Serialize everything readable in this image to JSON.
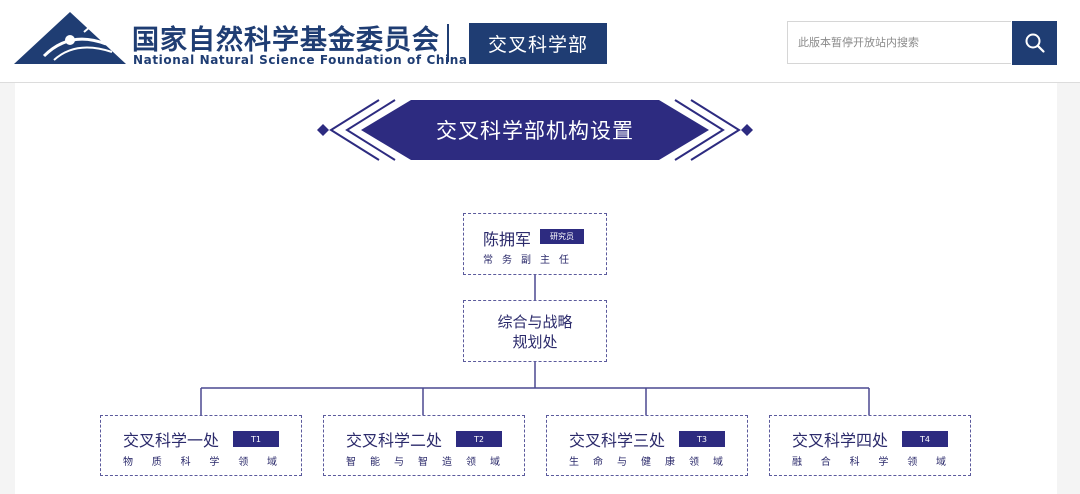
{
  "header": {
    "org_name_cn": "国家自然科学基金委员会",
    "org_name_en": "National Natural Science Foundation of China",
    "department": "交叉科学部",
    "search": {
      "placeholder": "此版本暂停开放站内搜索"
    },
    "search_icon": "search-icon",
    "brand_color": "#1f3d73"
  },
  "page": {
    "title": "交叉科学部机构设置",
    "banner_color": "#2d2b80"
  },
  "org_chart": {
    "leader": {
      "name": "陈拥军",
      "rank": "研究员",
      "role": "常务副主任"
    },
    "office": {
      "line1": "综合与战略",
      "line2": "规划处"
    },
    "divisions": [
      {
        "name": "交叉科学一处",
        "code": "T1",
        "field": "物质科学领域"
      },
      {
        "name": "交叉科学二处",
        "code": "T2",
        "field": "智能与智造领域"
      },
      {
        "name": "交叉科学三处",
        "code": "T3",
        "field": "生命与健康领域"
      },
      {
        "name": "交叉科学四处",
        "code": "T4",
        "field": "融合科学领域"
      }
    ]
  }
}
